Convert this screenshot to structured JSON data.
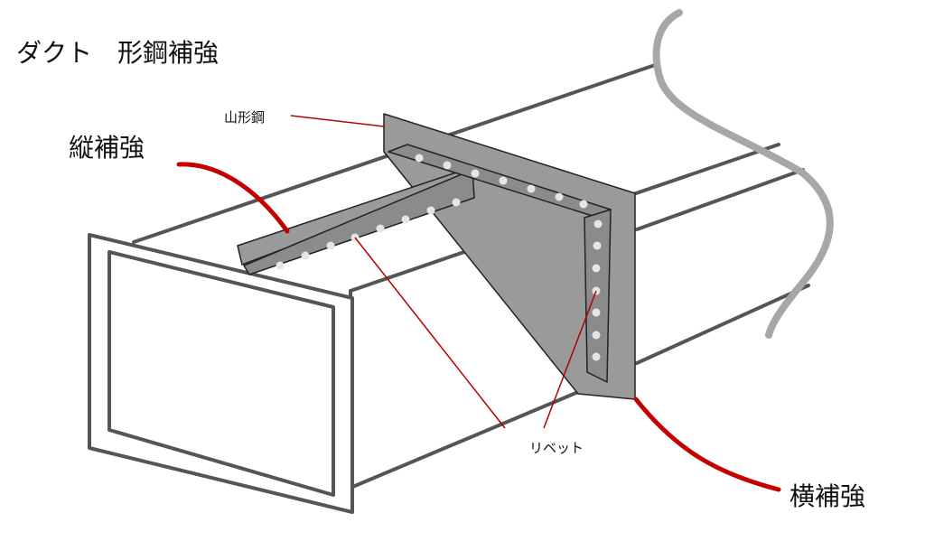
{
  "title": "ダクト　形鋼補強",
  "labels": {
    "angle_steel": "山形鋼",
    "longitudinal_reinforcement": "縦補強",
    "transverse_reinforcement": "横補強",
    "rivet": "リベット"
  },
  "colors": {
    "leader_line": "#b50000",
    "red_stroke": "#c40000",
    "duct_outline": "#555555",
    "angle_steel": "#8b8b8b",
    "rivet": "#e6e6e6",
    "break_curve": "#a7a7a7"
  }
}
